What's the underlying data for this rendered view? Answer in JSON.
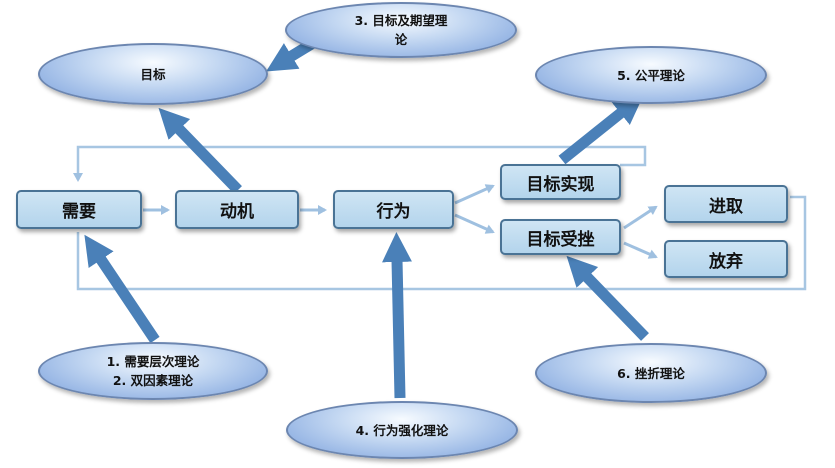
{
  "colors": {
    "box_fill": "#c2dcf0",
    "box_border": "#4a7395",
    "ellipse_fill": "#9ebce8",
    "thick_arrow": "#4a80b8",
    "thin_arrow": "#9fc0e0"
  },
  "boxes": {
    "need": "需要",
    "motive": "动机",
    "behavior": "行为",
    "goal_achieved": "目标实现",
    "goal_frustrated": "目标受挫",
    "progress": "进取",
    "give_up": "放弃"
  },
  "ellipses": {
    "goal": [
      "目标"
    ],
    "expectancy": [
      "3. 目标及期望理",
      "论"
    ],
    "equity": [
      "5. 公平理论"
    ],
    "need_theories": [
      "1. 需要层次理论",
      "2. 双因素理论"
    ],
    "reinforcement": [
      "4. 行为强化理论"
    ],
    "frustration": [
      "6. 挫折理论"
    ]
  }
}
